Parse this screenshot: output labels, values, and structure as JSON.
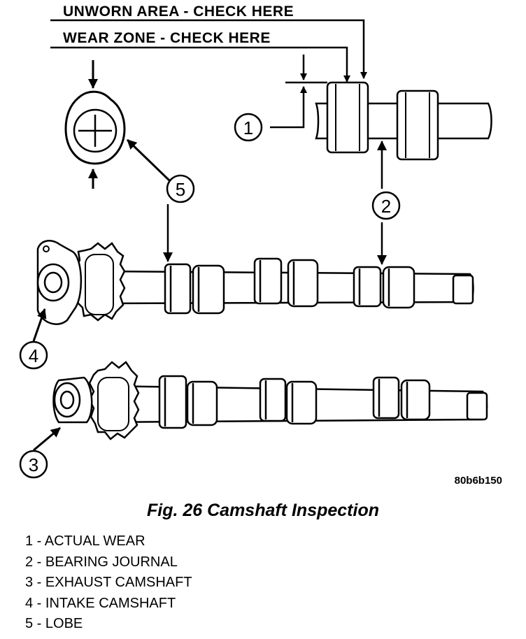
{
  "callouts": {
    "unworn_area": "UNWORN AREA - CHECK HERE",
    "wear_zone": "WEAR ZONE - CHECK HERE"
  },
  "numbers": [
    "1",
    "2",
    "3",
    "4",
    "5"
  ],
  "figure_code": "80b6b150",
  "caption": "Fig. 26 Camshaft Inspection",
  "legend": [
    "1 - ACTUAL WEAR",
    "2 - BEARING JOURNAL",
    "3 - EXHAUST CAMSHAFT",
    "4 - INTAKE CAMSHAFT",
    "5 - LOBE"
  ]
}
